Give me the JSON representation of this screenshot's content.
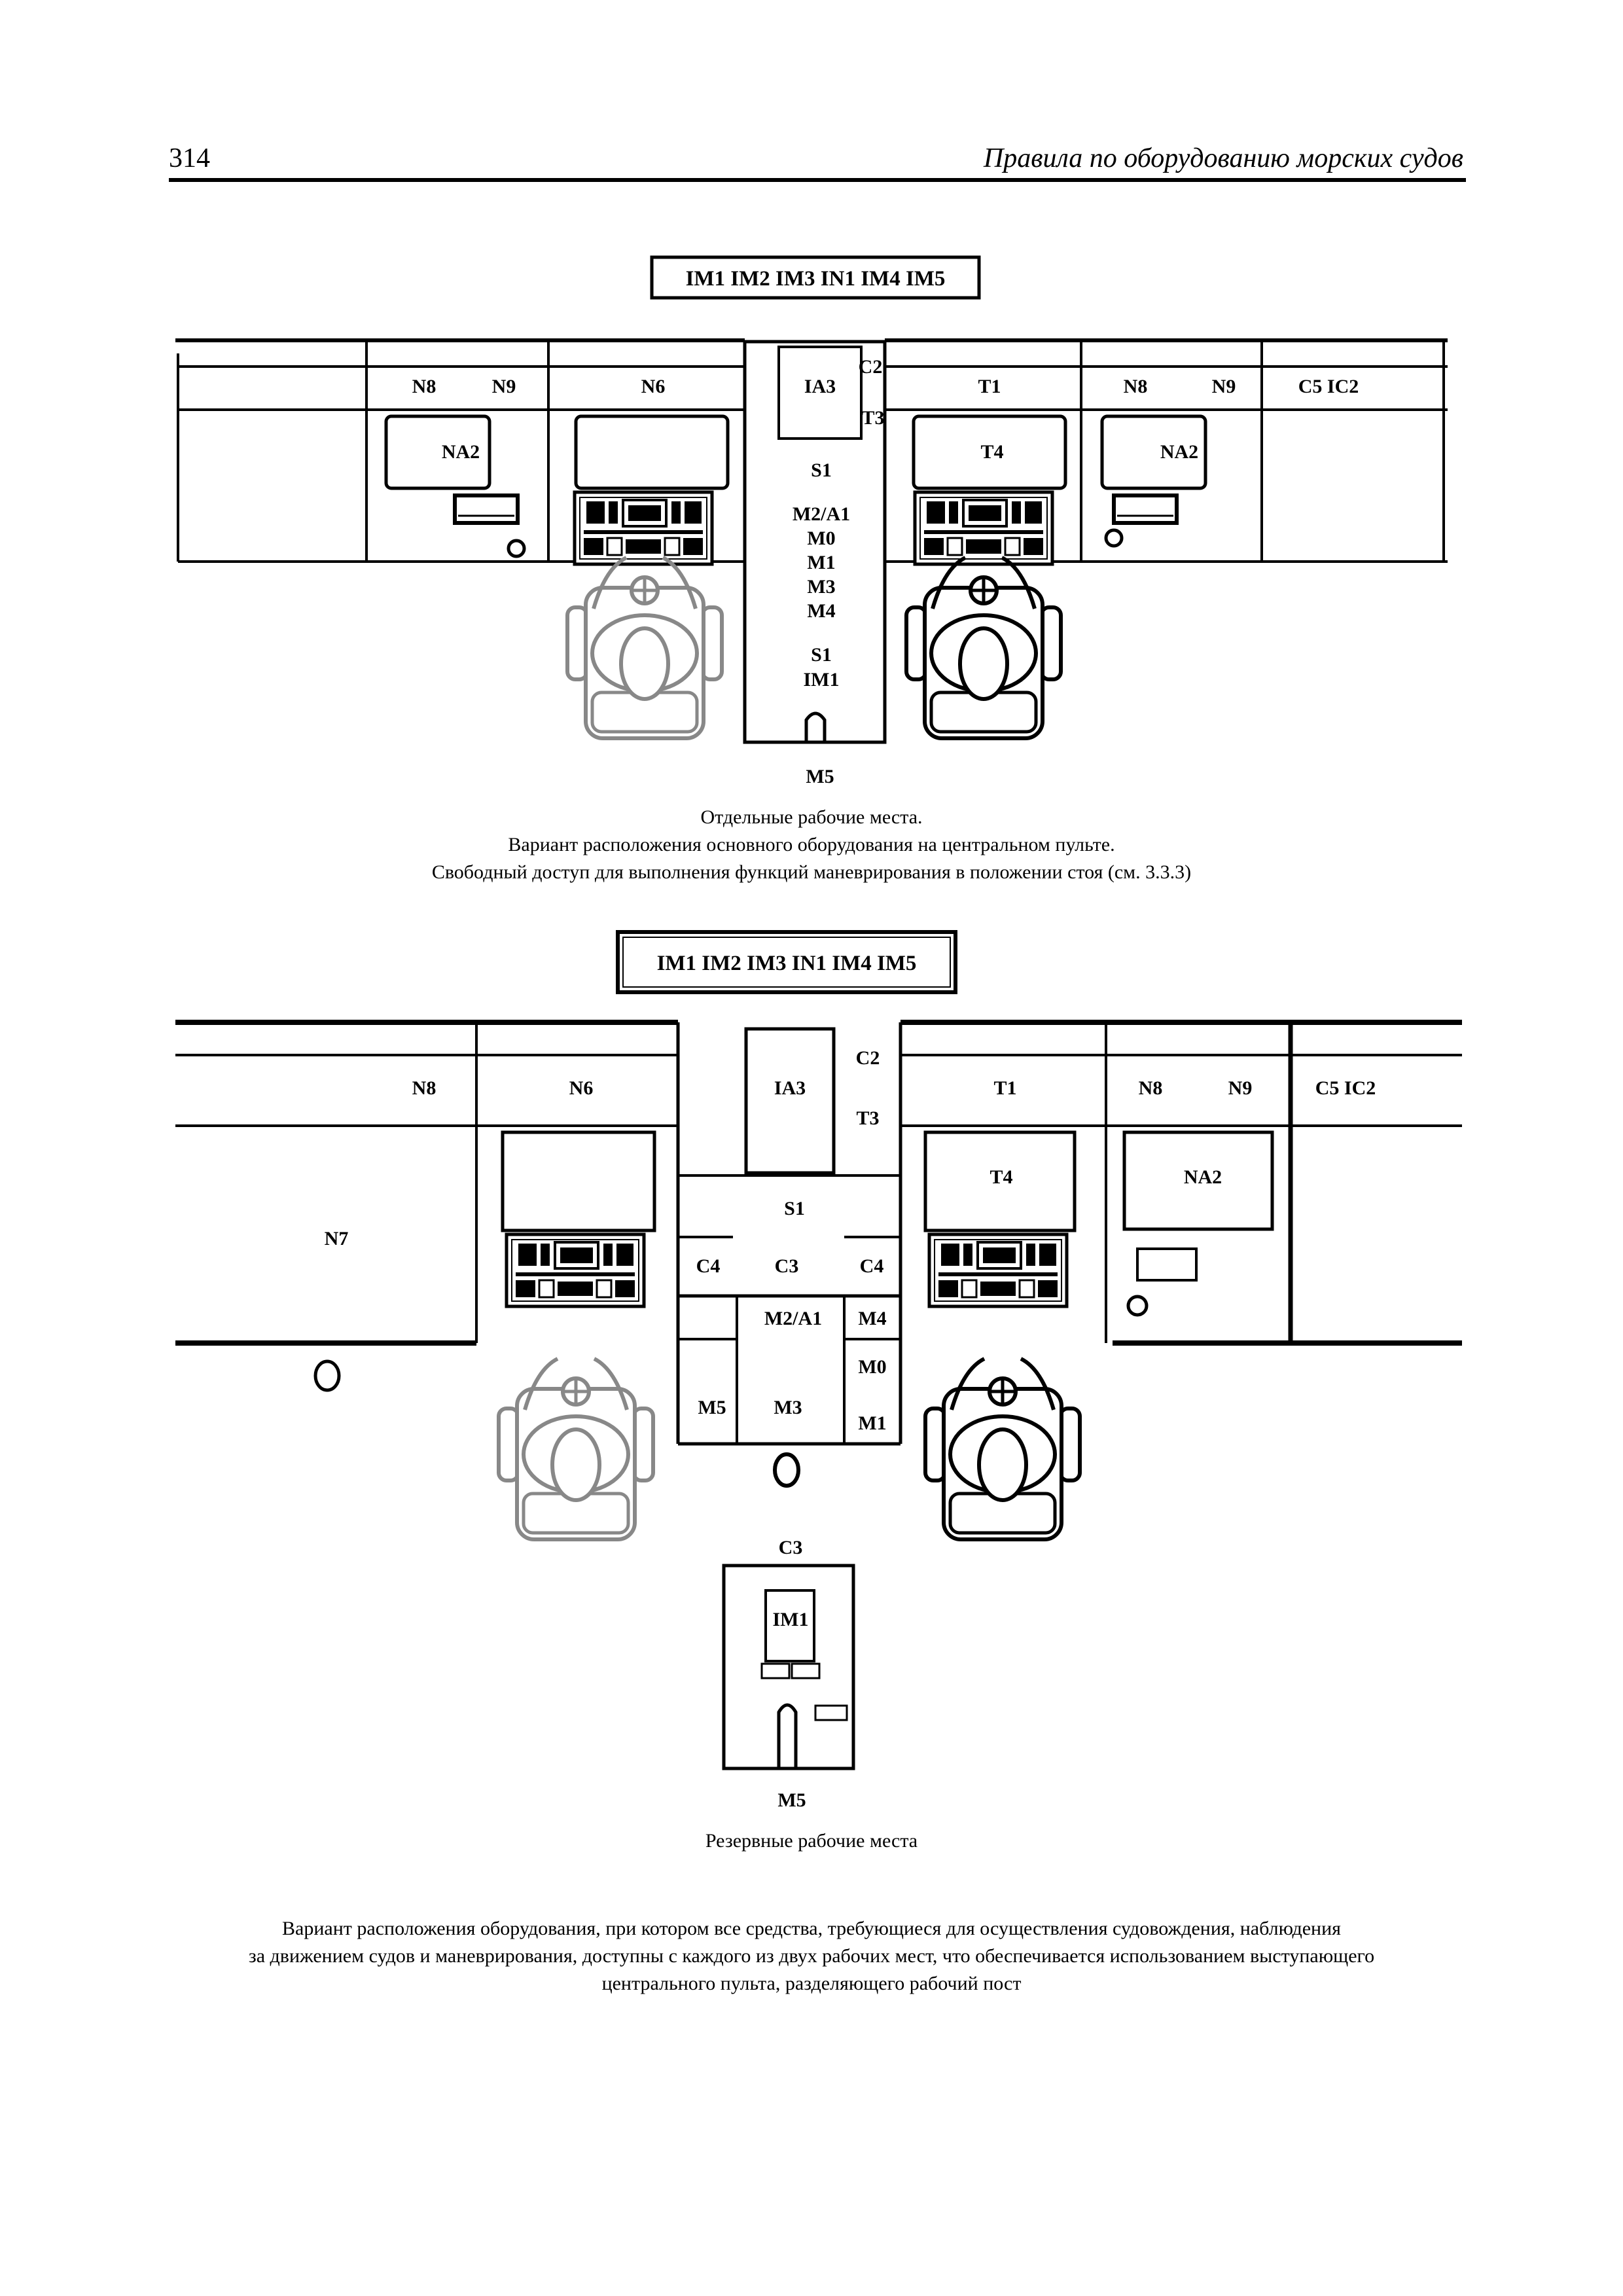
{
  "header": {
    "page_number": "314",
    "title": "Правила по оборудованию морских судов"
  },
  "diagram_top": {
    "box_label": "IM1 IM2 IM3 IN1 IM4 IM5",
    "labels": {
      "n8_l": "N8",
      "n9_l": "N9",
      "n6": "N6",
      "ia3": "IA3",
      "c2": "C2",
      "t3": "T3",
      "t1": "T1",
      "n8_r": "N8",
      "n9_r": "N9",
      "c5ic2": "C5  IC2",
      "na2_l": "NA2",
      "t4": "T4",
      "na2_r": "NA2",
      "s1a": "S1",
      "m2a1": "M2/A1",
      "m0": "M0",
      "m1": "M1",
      "m3": "M3",
      "m4": "M4",
      "s1b": "S1",
      "im1": "IM1",
      "m5": "M5"
    },
    "caption": [
      "Отдельные рабочие места.",
      "Вариант расположения основного оборудования на центральном пульте.",
      "Свободный доступ для выполнения функций маневрирования в положении стоя (см. 3.3.3)"
    ]
  },
  "diagram_bottom": {
    "box_label": "IM1 IM2 IM3 IN1 IM4 IM5",
    "labels": {
      "n8_l": "N8",
      "n6": "N6",
      "ia3": "IA3",
      "c2": "C2",
      "t3": "T3",
      "t1": "T1",
      "n8_r": "N8",
      "n9_r": "N9",
      "c5ic2": "C5  IC2",
      "n7": "N7",
      "t4": "T4",
      "na2": "NA2",
      "s1": "S1",
      "c4_l": "C4",
      "c3": "C3",
      "c4_r": "C4",
      "m2a1": "M2/A1",
      "m4": "M4",
      "m0": "M0",
      "m5": "M5",
      "m3": "M3",
      "m1": "M1",
      "c3_b": "C3",
      "im1": "IM1",
      "m5_b": "M5"
    },
    "caption": [
      "Резервные рабочие места"
    ]
  },
  "footer_caption": [
    "Вариант расположения оборудования, при котором все средства, требующиеся для осуществления судовождения, наблюдения",
    "за движением судов и маневрирования, доступны с каждого из двух рабочих мест, что обеспечивается использованием выступающего",
    "центрального пульта, разделяющего рабочий пост"
  ]
}
